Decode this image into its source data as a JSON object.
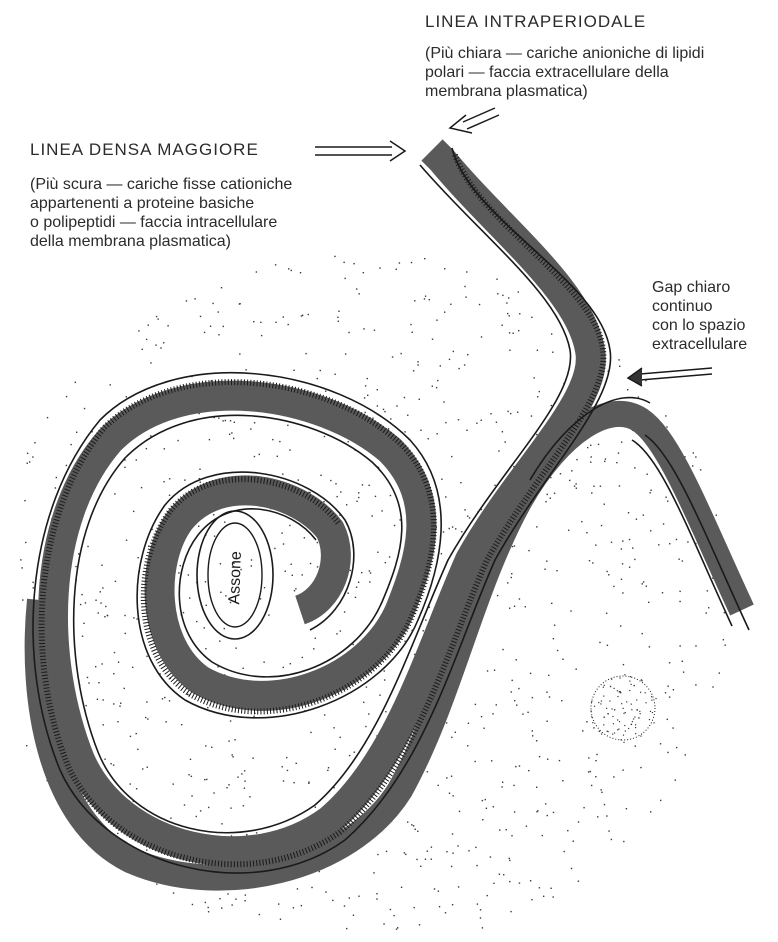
{
  "labels": {
    "intraperiod_title": "LINEA INTRAPERIODALE",
    "intraperiod_desc": [
      "(Più chiara — cariche anioniche di lipidi",
      "polari — faccia extracellulare della",
      "membrana plasmatica)"
    ],
    "major_dense_title": "LINEA DENSA MAGGIORE",
    "major_dense_desc": [
      "(Più scura — cariche fisse cationiche",
      "appartenenti a proteine basiche",
      "o polipeptidi — faccia intracellulare",
      "della membrana plasmatica)"
    ],
    "gap_desc": [
      "Gap chiaro",
      "continuo",
      "con lo spazio",
      "extracellulare"
    ],
    "axon": "Assone"
  },
  "colors": {
    "dense_band": "#5a5a5a",
    "outline": "#1a1a1a",
    "background": "#ffffff",
    "stipple": "#3a3a3a"
  }
}
